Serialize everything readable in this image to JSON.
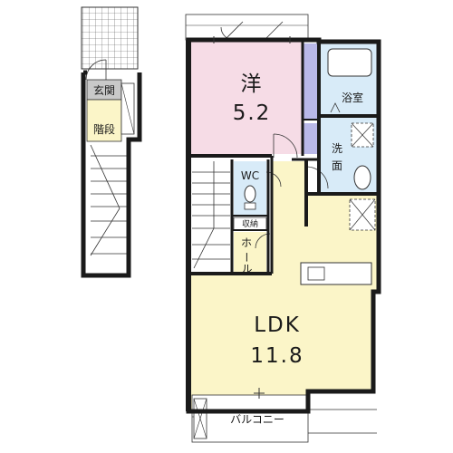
{
  "colors": {
    "wall": "#1a1a1a",
    "western_room": "#f6dce6",
    "ldk": "#fbf5c8",
    "wet_area": "#d8ebf8",
    "closet": "#b9b8e8",
    "genkan": "#c9c9c9",
    "stairs_hall": "#fbf5c8"
  },
  "rooms": {
    "western": {
      "name": "洋",
      "size": "5.2"
    },
    "ldk": {
      "name": "LDK",
      "size": "11.8"
    },
    "bath": {
      "name": "浴室"
    },
    "washroom": {
      "name_top": "洗",
      "name_bottom": "面"
    },
    "wc": {
      "name": "WC"
    },
    "storage": {
      "name": "収納"
    },
    "hall": {
      "name_top": "ホ",
      "name_bottom": "ール"
    },
    "balcony": {
      "name": "バルコニー"
    },
    "genkan": {
      "name": "玄関"
    },
    "stairs": {
      "name": "階段"
    }
  }
}
